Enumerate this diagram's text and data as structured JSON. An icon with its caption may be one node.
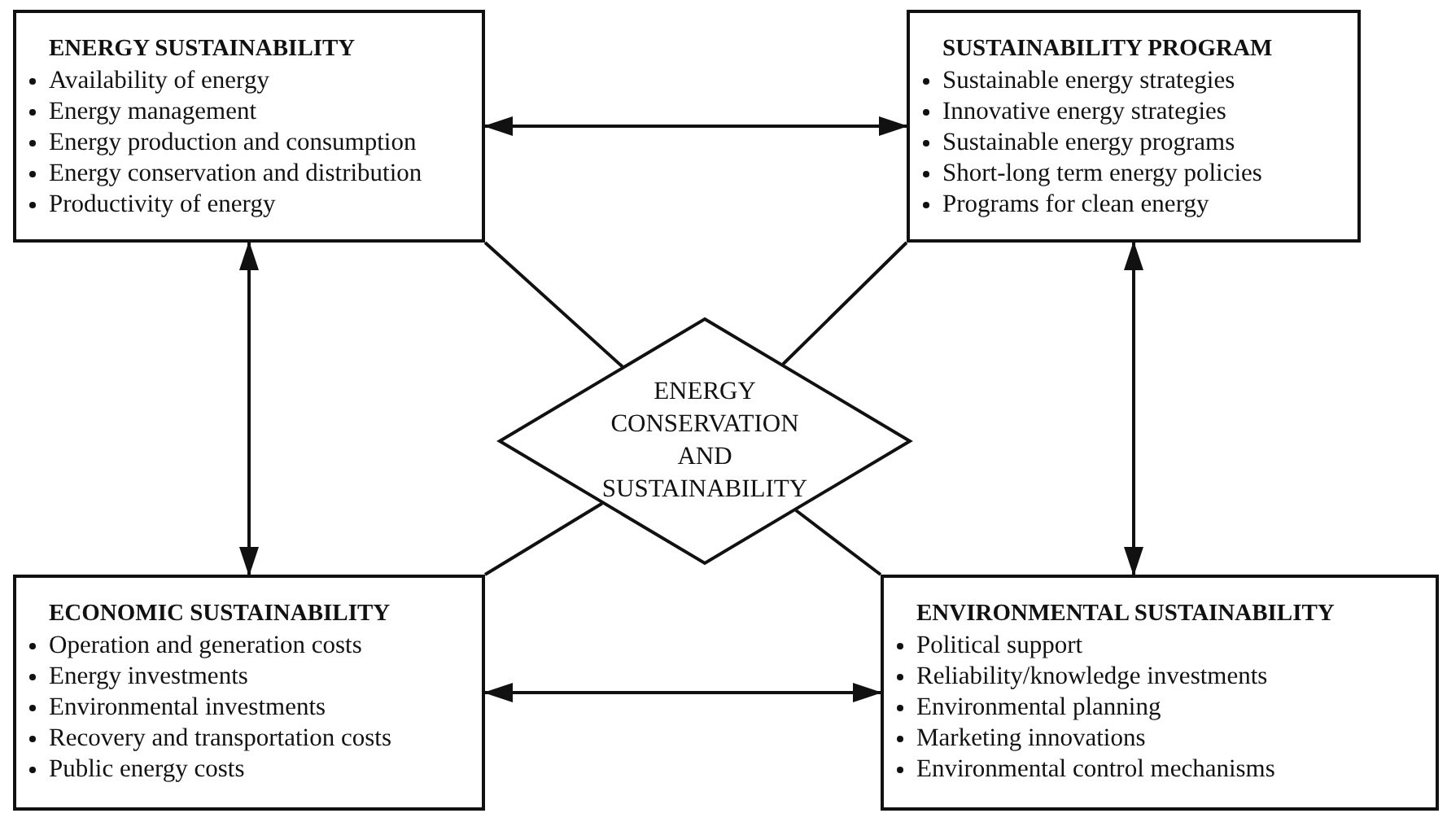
{
  "diagram": {
    "nodes": [
      {
        "text": [
          "ENERGY SUSTAINABILITY",
          "Availability of energy",
          "Energy management",
          "Energy production and consumption",
          "Energy conservation and distribution",
          "Productivity of energy"
        ]
      },
      {
        "text": [
          "SUSTAINABILITY PROGRAM",
          "Sustainable energy strategies",
          "Innovative energy strategies",
          "Sustainable energy programs",
          "Short-long term energy policies",
          "Programs for clean energy"
        ]
      },
      {
        "text": [
          "ENERGY CONSERVATION AND SUSTAINABILITY"
        ]
      },
      {
        "text": [
          "ECONOMIC SUSTAINABILITY",
          "Operation and generation costs",
          "Energy investments",
          "Environmental investments",
          "Recovery and transportation costs",
          "Public energy costs"
        ]
      },
      {
        "text": [
          "ENVIRONMENTAL SUSTAINABILITY",
          "Political support",
          "Reliability/knowledge investments",
          "Environmental planning",
          "Marketing innovations",
          "Environmental control mechanisms"
        ]
      }
    ],
    "edges": [
      {
        "from": 0,
        "to": 1,
        "arrow": "both"
      },
      {
        "from": 0,
        "to": 3,
        "arrow": "both"
      },
      {
        "from": 1,
        "to": 4,
        "arrow": "both"
      },
      {
        "from": 3,
        "to": 4,
        "arrow": "both"
      },
      {
        "from": 2,
        "to": 0,
        "arrow": "none"
      },
      {
        "from": 2,
        "to": 1,
        "arrow": "none"
      },
      {
        "from": 2,
        "to": 3,
        "arrow": "none"
      },
      {
        "from": 2,
        "to": 4,
        "arrow": "none"
      }
    ]
  }
}
